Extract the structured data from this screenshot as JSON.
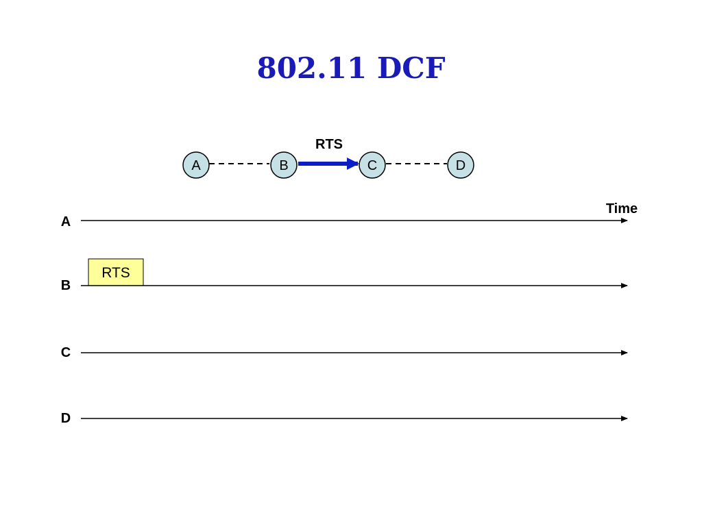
{
  "title": "802.11 DCF",
  "topology": {
    "nodes": [
      {
        "id": "A",
        "label": "A"
      },
      {
        "id": "B",
        "label": "B"
      },
      {
        "id": "C",
        "label": "C"
      },
      {
        "id": "D",
        "label": "D"
      }
    ],
    "links": [
      {
        "from": "A",
        "to": "B",
        "style": "dashed"
      },
      {
        "from": "B",
        "to": "C",
        "style": "arrow",
        "label": "RTS"
      },
      {
        "from": "C",
        "to": "D",
        "style": "dashed"
      }
    ]
  },
  "timeline": {
    "axis_label": "Time",
    "rows": [
      {
        "id": "A",
        "label": "A",
        "frames": []
      },
      {
        "id": "B",
        "label": "B",
        "frames": [
          {
            "label": "RTS"
          }
        ]
      },
      {
        "id": "C",
        "label": "C",
        "frames": []
      },
      {
        "id": "D",
        "label": "D",
        "frames": []
      }
    ]
  },
  "colors": {
    "title": "#1a1ab8",
    "node_fill": "#c5e1e6",
    "node_stroke": "#000000",
    "rts_arrow": "#0a1ec8",
    "frame_fill": "#ffff99"
  }
}
